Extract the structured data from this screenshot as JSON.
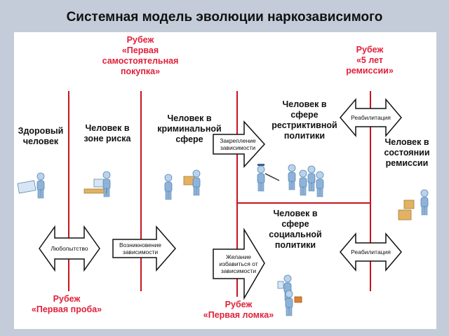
{
  "title": "Системная модель эволюции наркозависимого",
  "milestones": {
    "first_purchase": [
      "Рубеж",
      "«Первая",
      "самостоятельная",
      "покупка»"
    ],
    "remission_5y": [
      "Рубеж",
      "«5 лет",
      "ремиссии»"
    ],
    "first_try": [
      "Рубеж",
      "«Первая проба»"
    ],
    "first_withdrawal": [
      "Рубеж",
      "«Первая ломка»"
    ]
  },
  "states": {
    "healthy": [
      "Здоровый",
      "человек"
    ],
    "risk_zone": [
      "Человек в",
      "зоне риска"
    ],
    "criminal": [
      "Человек в",
      "криминальной",
      "сфере"
    ],
    "restrictive": [
      "Человек в",
      "сфере",
      "рестриктивной",
      "политики"
    ],
    "remission": [
      "Человек в",
      "состоянии",
      "ремиссии"
    ],
    "social": [
      "Человек в",
      "сфере",
      "социальной",
      "политики"
    ]
  },
  "arrows": {
    "curiosity": [
      "Любопытство"
    ],
    "dependency_onset": [
      "Возникновение",
      "зависимости"
    ],
    "dependency_fixation": [
      "Закрепление",
      "зависимости"
    ],
    "quit_desire": [
      "Желание",
      "избавиться от",
      "зависимости"
    ],
    "rehab_top": [
      "Реабилитация"
    ],
    "rehab_bottom": [
      "Реабилитация"
    ]
  },
  "colors": {
    "milestone_text": "#e0203a",
    "line": "#c8141e",
    "figure": "#8db3d8",
    "figure_head": "#b9d3ec"
  },
  "icons": [
    "worker-at-drawing-table-icon",
    "person-at-computer-icon",
    "person-with-box-icon",
    "police-officer-icon",
    "prisoner-group-icon",
    "person-with-document-icon",
    "person-with-briefcase-icon",
    "person-with-boxes-icon"
  ]
}
